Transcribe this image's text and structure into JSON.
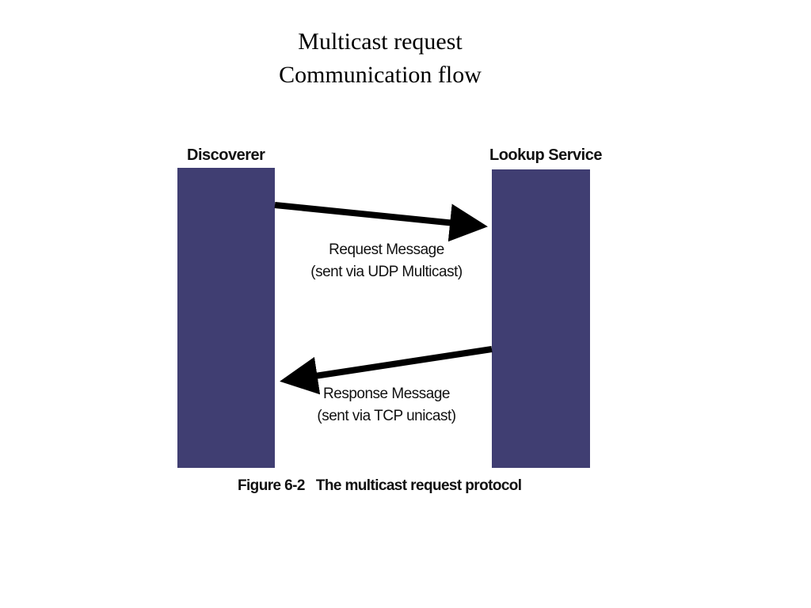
{
  "title": {
    "line1": "Multicast request",
    "line2": "Communication flow"
  },
  "diagram": {
    "left_actor": "Discoverer",
    "right_actor": "Lookup Service",
    "request_label_line1": "Request Message",
    "request_label_line2": "(sent via UDP Multicast)",
    "response_label_line1": "Response Message",
    "response_label_line2": "(sent via TCP unicast)",
    "caption": "Figure 6-2   The multicast request protocol",
    "colors": {
      "lifeline": "#403e72",
      "arrow": "#000000"
    }
  }
}
